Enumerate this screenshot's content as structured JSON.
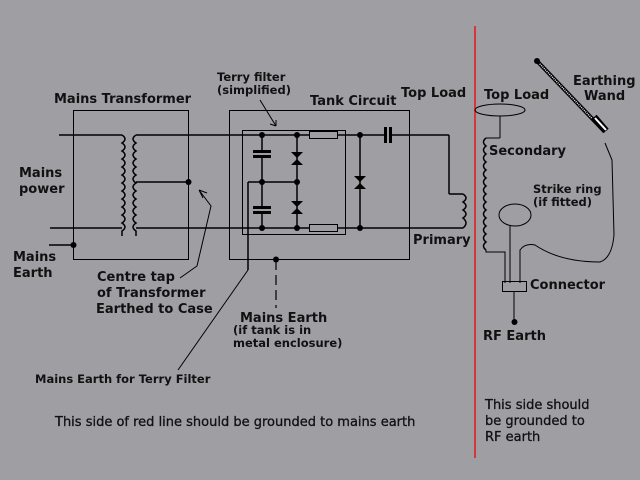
{
  "colors": {
    "background": "#9f9ea3",
    "divider": "#e8141c",
    "ink": "#000000"
  },
  "labels": {
    "mains_transformer": "Mains Transformer",
    "mains_power_1": "Mains",
    "mains_power_2": "power",
    "mains_earth_1": "Mains",
    "mains_earth_2": "Earth",
    "terry_filter_1": "Terry filter",
    "terry_filter_2": "(simplified)",
    "tank_circuit": "Tank Circuit",
    "top_load_left": "Top Load",
    "top_load_right": "Top Load",
    "earthing_wand_1": "Earthing",
    "earthing_wand_2": "Wand",
    "secondary": "Secondary",
    "strike_ring_1": "Strike ring",
    "strike_ring_2": "(if fitted)",
    "primary": "Primary",
    "connector": "Connector",
    "rf_earth": "RF Earth",
    "centre_tap_1": "Centre tap",
    "centre_tap_2": "of Transformer",
    "centre_tap_3": "Earthed to Case",
    "mains_earth_tank_1": "Mains Earth",
    "mains_earth_tank_2": "(if tank is in",
    "mains_earth_tank_3": "metal enclosure)",
    "mains_earth_terry": "Mains Earth for Terry Filter",
    "left_note": "This side of red line should be grounded to mains earth",
    "right_note_1": "This side should",
    "right_note_2": "be grounded to",
    "right_note_3": "RF earth"
  }
}
